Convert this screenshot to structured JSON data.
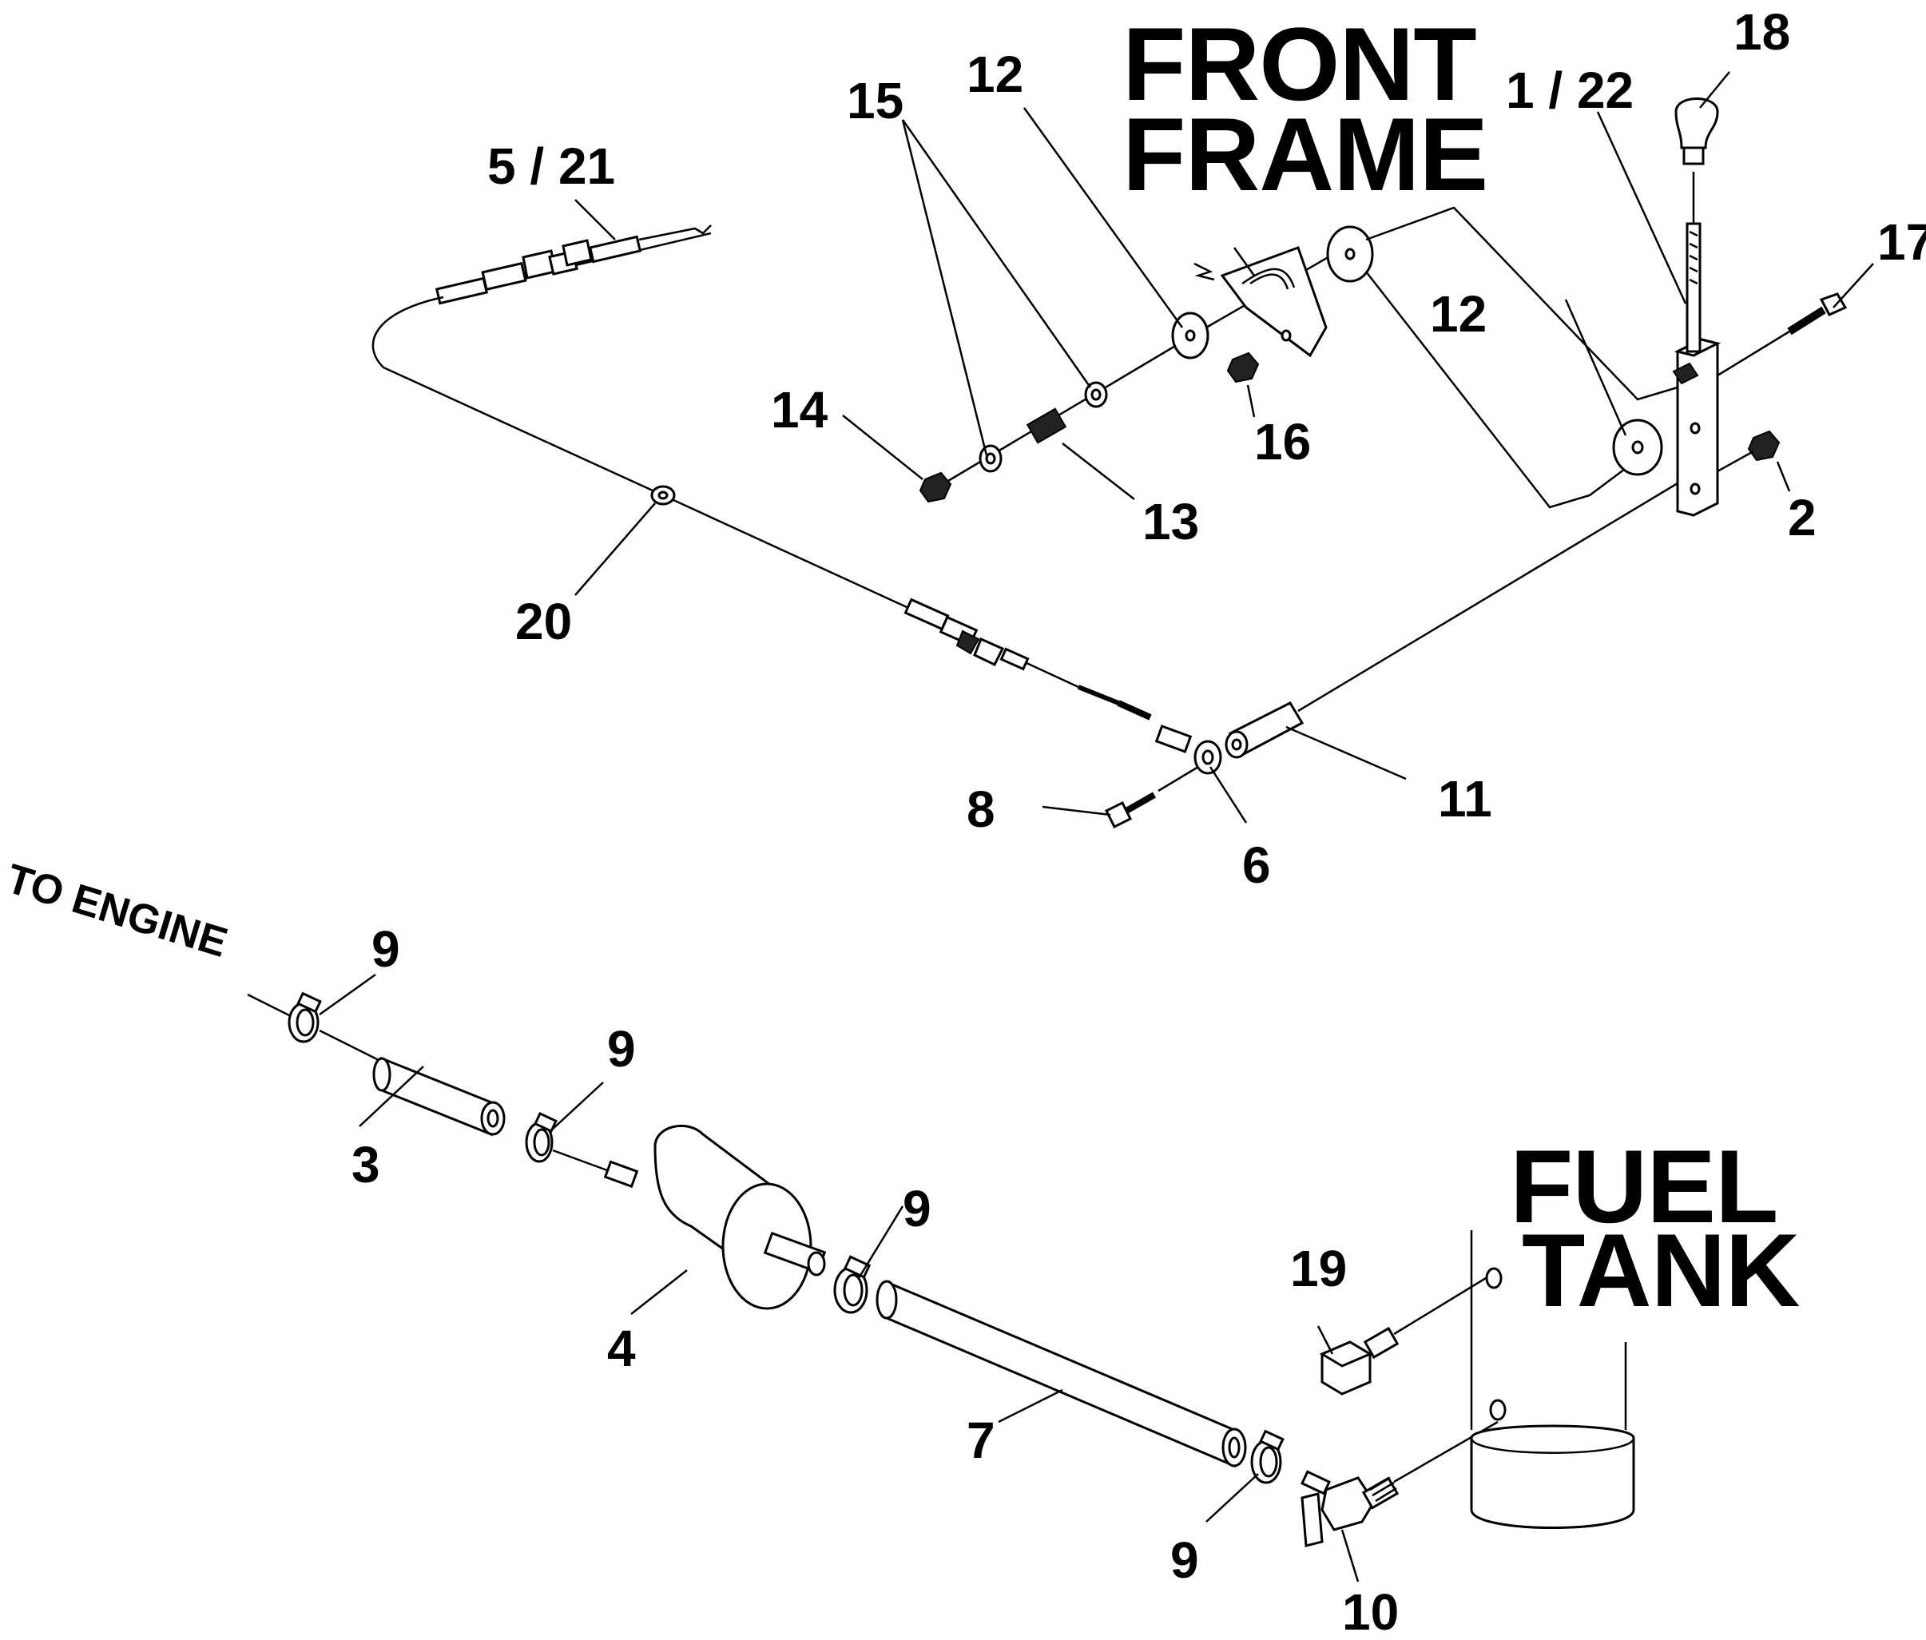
{
  "diagram": {
    "headings": {
      "front_frame_line1": "FRONT",
      "front_frame_line2": "FRAME",
      "fuel_tank_line1": "FUEL",
      "fuel_tank_line2": "TANK",
      "to_engine": "TO ENGINE"
    },
    "callouts": {
      "c18": "18",
      "c1_22": "1 / 22",
      "c17": "17",
      "c12a": "12",
      "c12b": "12",
      "c15": "15",
      "c5_21": "5 / 21",
      "c14": "14",
      "c13": "13",
      "c16": "16",
      "c2": "2",
      "c20": "20",
      "c8": "8",
      "c6": "6",
      "c11": "11",
      "c9a": "9",
      "c9b": "9",
      "c9c": "9",
      "c9d": "9",
      "c3": "3",
      "c4": "4",
      "c7": "7",
      "c19": "19",
      "c10": "10"
    }
  }
}
